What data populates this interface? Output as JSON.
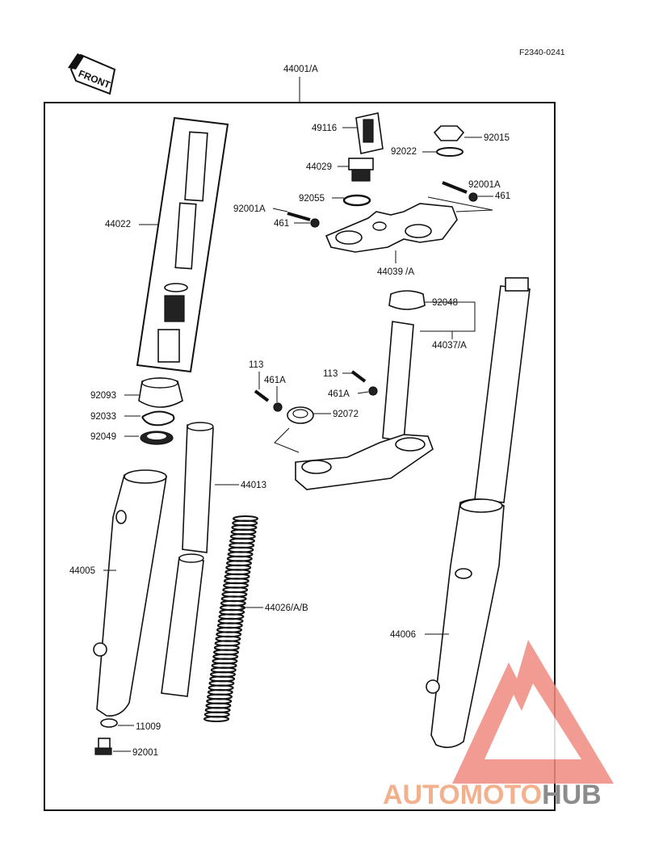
{
  "diagram_code": "F2340-0241",
  "front_label": "FRONT",
  "assembly_label": "44001/A",
  "parts": {
    "p49116": "49116",
    "p44029": "44029",
    "p92055": "92055",
    "p92015": "92015",
    "p92022": "92022",
    "p92001A_r": "92001A",
    "p461_r": "461",
    "p92001A_l": "92001A",
    "p461_l": "461",
    "p44039": "44039 /A",
    "p44022": "44022",
    "p92048": "92048",
    "p44037": "44037/A",
    "p113_l": "113",
    "p461A_l": "461A",
    "p113_r": "113",
    "p461A_r": "461A",
    "p92072": "92072",
    "p92093": "92093",
    "p92033": "92033",
    "p92049": "92049",
    "p44013": "44013",
    "p44005": "44005",
    "p44026": "44026/A/B",
    "p44006": "44006",
    "p11009": "11009",
    "p92001": "92001"
  },
  "watermark": {
    "part1": "AUTOMOTO",
    "part2": "HUB",
    "color1": "#f3b08c",
    "color2": "#8c8c8c",
    "logo_color": "#f08a80"
  }
}
